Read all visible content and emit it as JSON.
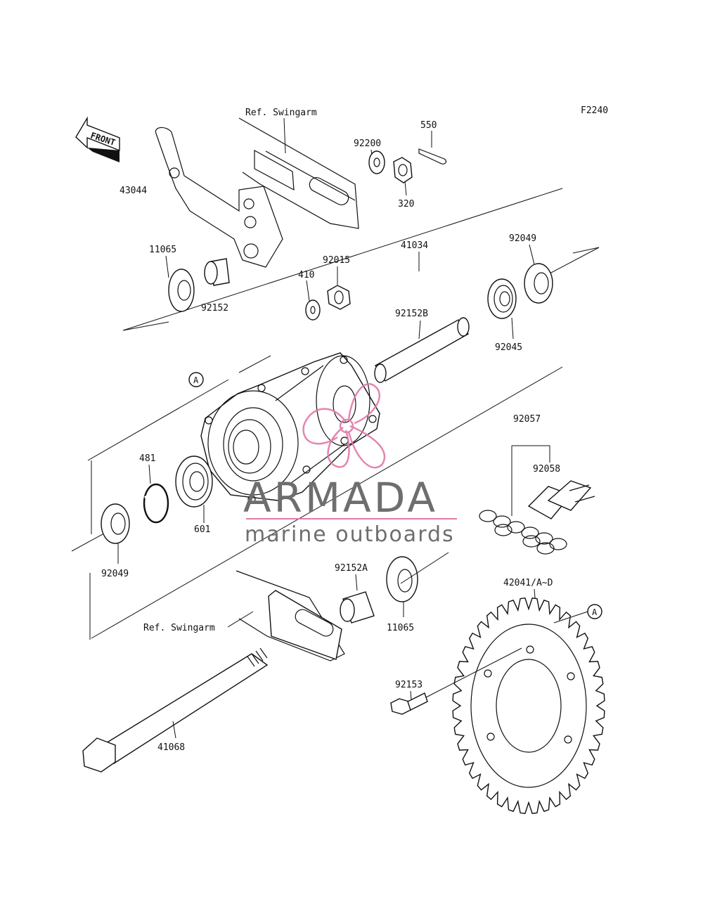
{
  "figure_code": "F2240",
  "front_label": "FRONT",
  "callout_a": "A",
  "watermark": {
    "title": "ARMADA",
    "subtitle": "marine outboards",
    "logo_color": "#e07aa8",
    "text_color": "#6e6e6e"
  },
  "parts": {
    "p43044": "43044",
    "ref_swingarm_top": "Ref. Swingarm",
    "p92200": "92200",
    "p550": "550",
    "p320": "320",
    "p11065_top": "11065",
    "p92152": "92152",
    "p410": "410",
    "p92015": "92015",
    "p41034": "41034",
    "p92049_top": "92049",
    "p92152B": "92152B",
    "p92045": "92045",
    "p92057": "92057",
    "p92058": "92058",
    "p481": "481",
    "p601": "601",
    "p92049_bottom": "92049",
    "p92152A": "92152A",
    "p11065_bottom": "11065",
    "p42041": "42041/A~D",
    "ref_swingarm_bottom": "Ref. Swingarm",
    "p92153": "92153",
    "p41068": "41068"
  }
}
